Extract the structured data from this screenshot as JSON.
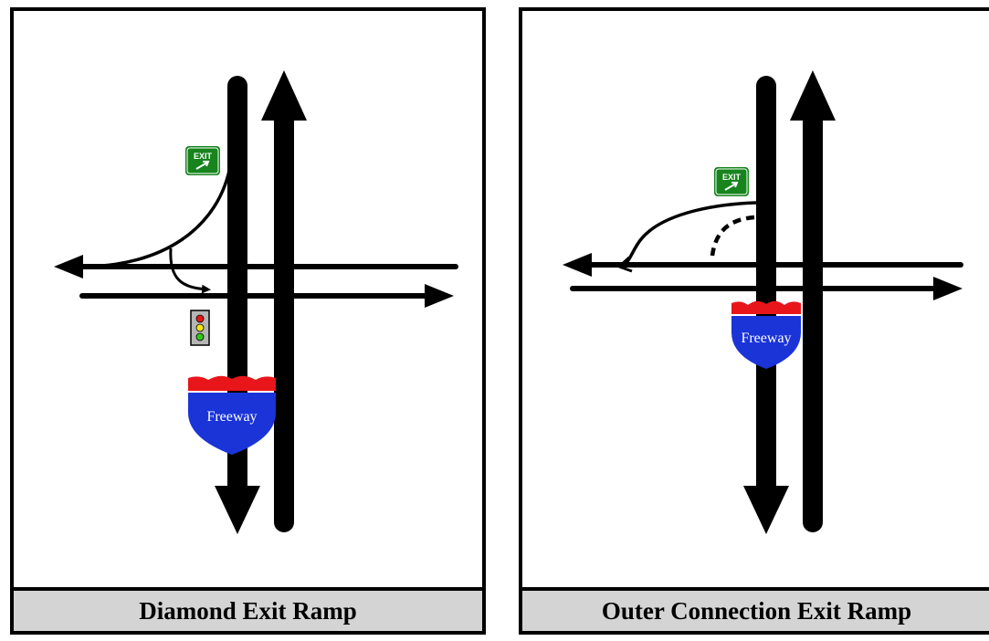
{
  "colors": {
    "road": "#000000",
    "exit_sign": "#17841d",
    "shield_top": "#e8161b",
    "shield_body": "#1a34d8",
    "caption_bg": "#d4d4d4"
  },
  "panels": [
    {
      "caption": "Diamond Exit Ramp",
      "exit_sign": "EXIT",
      "shield": "Freeway",
      "has_traffic_light": true
    },
    {
      "caption": "Outer Connection Exit Ramp",
      "exit_sign": "EXIT",
      "shield": "Freeway",
      "has_traffic_light": false
    }
  ]
}
